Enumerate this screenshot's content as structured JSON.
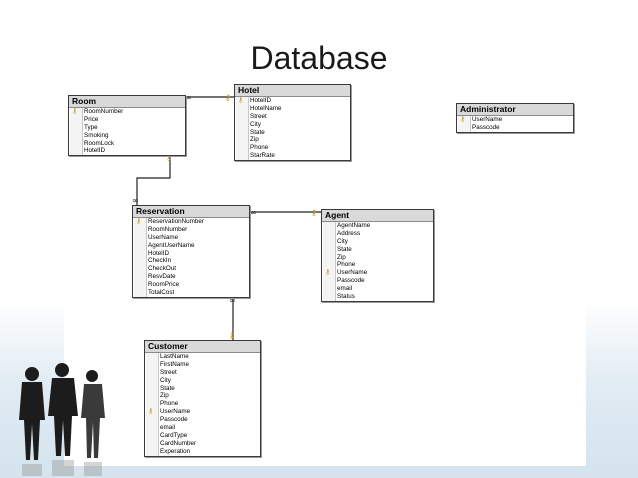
{
  "slide": {
    "title": "Database"
  },
  "tables": {
    "room": {
      "name": "Room",
      "fields": [
        {
          "name": "RoomNumber",
          "key": true
        },
        {
          "name": "Price",
          "key": false
        },
        {
          "name": "Type",
          "key": false
        },
        {
          "name": "Smoking",
          "key": false
        },
        {
          "name": "RoomLock",
          "key": false
        },
        {
          "name": "HotelID",
          "key": false
        }
      ]
    },
    "hotel": {
      "name": "Hotel",
      "fields": [
        {
          "name": "HotelID",
          "key": true
        },
        {
          "name": "HotelName",
          "key": false
        },
        {
          "name": "Street",
          "key": false
        },
        {
          "name": "City",
          "key": false
        },
        {
          "name": "State",
          "key": false
        },
        {
          "name": "Zip",
          "key": false
        },
        {
          "name": "Phone",
          "key": false
        },
        {
          "name": "StarRate",
          "key": false
        }
      ]
    },
    "administrator": {
      "name": "Administrator",
      "fields": [
        {
          "name": "UserName",
          "key": true
        },
        {
          "name": "Passcode",
          "key": false
        }
      ]
    },
    "reservation": {
      "name": "Reservation",
      "fields": [
        {
          "name": "ReservationNumber",
          "key": true
        },
        {
          "name": "RoomNumber",
          "key": false
        },
        {
          "name": "UserName",
          "key": false
        },
        {
          "name": "AgentUserName",
          "key": false
        },
        {
          "name": "HotelID",
          "key": false
        },
        {
          "name": "CheckIn",
          "key": false
        },
        {
          "name": "CheckOut",
          "key": false
        },
        {
          "name": "ResvDate",
          "key": false
        },
        {
          "name": "RoomPrice",
          "key": false
        },
        {
          "name": "TotalCost",
          "key": false
        }
      ]
    },
    "agent": {
      "name": "Agent",
      "fields": [
        {
          "name": "AgentName",
          "key": false
        },
        {
          "name": "Address",
          "key": false
        },
        {
          "name": "City",
          "key": false
        },
        {
          "name": "State",
          "key": false
        },
        {
          "name": "Zip",
          "key": false
        },
        {
          "name": "Phone",
          "key": false
        },
        {
          "name": "UserName",
          "key": true
        },
        {
          "name": "Passcode",
          "key": false
        },
        {
          "name": "email",
          "key": false
        },
        {
          "name": "Status",
          "key": false
        }
      ]
    },
    "customer": {
      "name": "Customer",
      "fields": [
        {
          "name": "LastName",
          "key": false
        },
        {
          "name": "FirstName",
          "key": false
        },
        {
          "name": "Street",
          "key": false
        },
        {
          "name": "City",
          "key": false
        },
        {
          "name": "State",
          "key": false
        },
        {
          "name": "Zip",
          "key": false
        },
        {
          "name": "Phone",
          "key": false
        },
        {
          "name": "UserName",
          "key": true
        },
        {
          "name": "Passcode",
          "key": false
        },
        {
          "name": "email",
          "key": false
        },
        {
          "name": "CardType",
          "key": false
        },
        {
          "name": "CardNumber",
          "key": false
        },
        {
          "name": "Experation",
          "key": false
        }
      ]
    }
  },
  "icons": {
    "primary_key": "key-icon",
    "one_end": "key-icon",
    "many_end": "infinity-icon"
  },
  "colors": {
    "key": "#b8960a",
    "header_bg": "#d9d9d9",
    "background_fade": "#d4e3ee"
  }
}
